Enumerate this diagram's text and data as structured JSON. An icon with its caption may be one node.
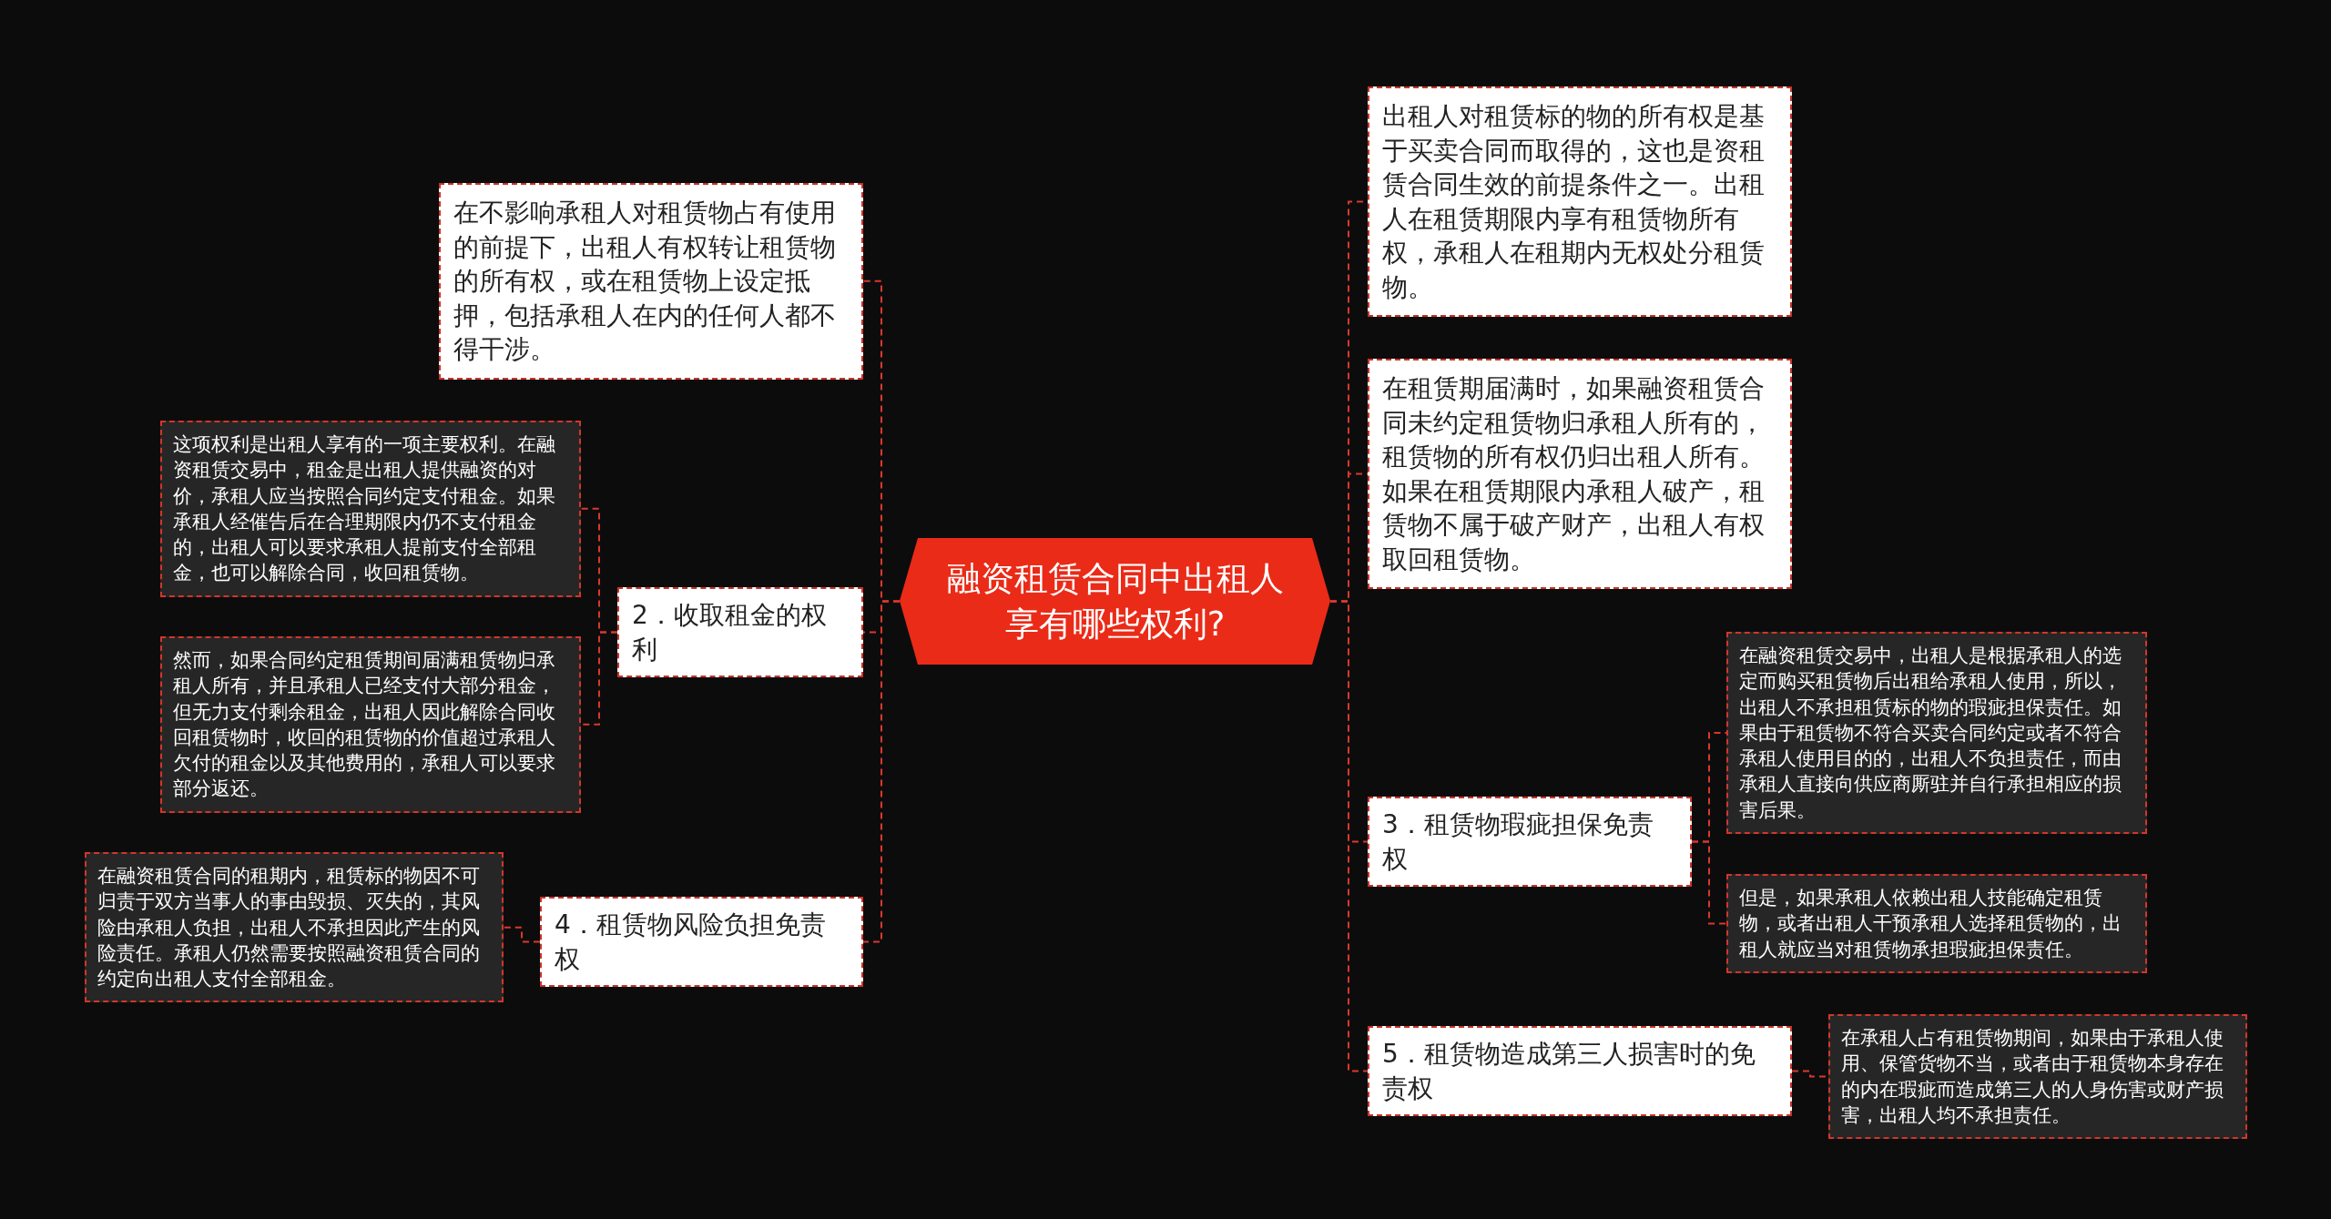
{
  "diagram": {
    "nodes": [
      {
        "text": [
          "融资租赁合同中出租人享有哪些权利?"
        ]
      },
      {
        "text": [
          "在不影响承租人对租赁物占有使用的前提下，出租人有权转让租赁物的所有权，或在租赁物上设定抵押，包括承租人在内的任何人都不得干涉。"
        ]
      },
      {
        "text": [
          "2．收取租金的权利"
        ]
      },
      {
        "text": [
          "这项权利是出租人享有的一项主要权利。在融资租赁交易中，租金是出租人提供融资的对价，承租人应当按照合同约定支付租金。如果承租人经催告后在合理期限内仍不支付租金的，出租人可以要求承租人提前支付全部租金，也可以解除合同，收回租赁物。"
        ]
      },
      {
        "text": [
          "然而，如果合同约定租赁期间届满租赁物归承租人所有，并且承租人已经支付大部分租金，但无力支付剩余租金，出租人因此解除合同收回租赁物时，收回的租赁物的价值超过承租人欠付的租金以及其他费用的，承租人可以要求部分返还。"
        ]
      },
      {
        "text": [
          "4．租赁物风险负担免责权"
        ]
      },
      {
        "text": [
          "在融资租赁合同的租期内，租赁标的物因不可归责于双方当事人的事由毁损、灭失的，其风险由承租人负担，出租人不承担因此产生的风险责任。承租人仍然需要按照融资租赁合同的约定向出租人支付全部租金。"
        ]
      },
      {
        "text": [
          "出租人对租赁标的物的所有权是基于买卖合同而取得的，这也是资租赁合同生效的前提条件之一。出租人在租赁期限内享有租赁物所有权，承租人在租期内无权处分租赁物。"
        ]
      },
      {
        "text": [
          "在租赁期届满时，如果融资租赁合同未约定租赁物归承租人所有的，租赁物的所有权仍归出租人所有。如果在租赁期限内承租人破产，租赁物不属于破产财产，出租人有权取回租赁物。"
        ]
      },
      {
        "text": [
          "3．租赁物瑕疵担保免责权"
        ]
      },
      {
        "text": [
          "在融资租赁交易中，出租人是根据承租人的选定而购买租赁物后出租给承租人使用，所以，出租人不承担租赁标的物的瑕疵担保责任。如果由于租赁物不符合买卖合同约定或者不符合承租人使用目的的，出租人不负担责任，而由承租人直接向供应商厮驻并自行承担相应的损害后果。"
        ]
      },
      {
        "text": [
          "但是，如果承租人依赖出租人技能确定租赁物，或者出租人干预承租人选择租赁物的，出租人就应当对租赁物承担瑕疵担保责任。"
        ]
      },
      {
        "text": [
          "5．租赁物造成第三人损害时的免责权"
        ]
      },
      {
        "text": [
          "在承租人占有租赁物期间，如果由于承租人使用、保管货物不当，或者由于租赁物本身存在的内在瑕疵而造成第三人的人身伤害或财产损害，出租人均不承担责任。"
        ]
      }
    ],
    "edges": [
      {
        "from": 0,
        "to": 1,
        "arrow": "none"
      },
      {
        "from": 0,
        "to": 2,
        "arrow": "none"
      },
      {
        "from": 2,
        "to": 3,
        "arrow": "none"
      },
      {
        "from": 2,
        "to": 4,
        "arrow": "none"
      },
      {
        "from": 0,
        "to": 5,
        "arrow": "none"
      },
      {
        "from": 5,
        "to": 6,
        "arrow": "none"
      },
      {
        "from": 0,
        "to": 7,
        "arrow": "none"
      },
      {
        "from": 0,
        "to": 8,
        "arrow": "none"
      },
      {
        "from": 0,
        "to": 9,
        "arrow": "none"
      },
      {
        "from": 9,
        "to": 10,
        "arrow": "none"
      },
      {
        "from": 9,
        "to": 11,
        "arrow": "none"
      },
      {
        "from": 0,
        "to": 12,
        "arrow": "none"
      },
      {
        "from": 12,
        "to": 13,
        "arrow": "none"
      }
    ]
  }
}
